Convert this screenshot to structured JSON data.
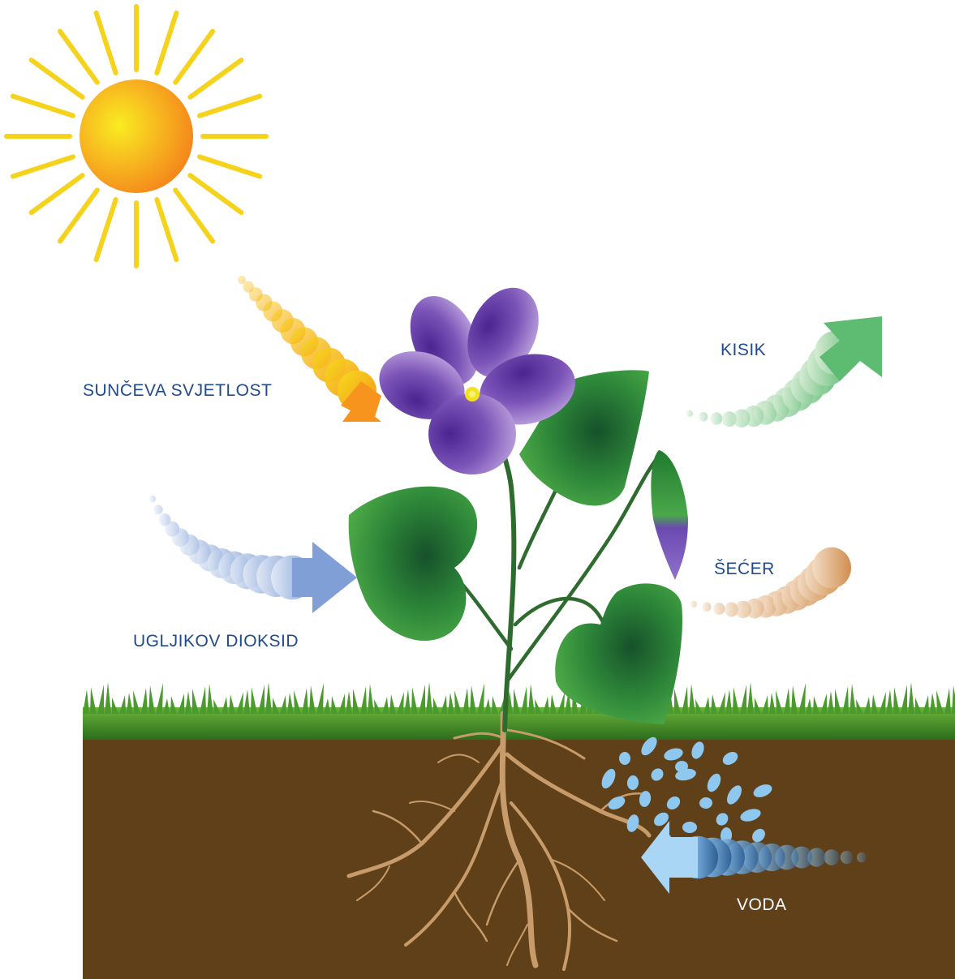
{
  "labels": {
    "sunlight": "SUNČEVA SVJETLOST",
    "oxygen": "KISIK",
    "carbon_dioxide": "UGLJIKOV DIOKSID",
    "sugar": "ŠEĆER",
    "water": "VODA"
  },
  "colors": {
    "label_text": "#1f4a8c",
    "label_on_soil": "#ffffff",
    "sun_core": "#f9e21a",
    "sun_edge": "#f48a1c",
    "sun_rays": "#f5d21c",
    "sunlight_arrow": "#f7941d",
    "oxygen_arrow": "#5dbb72",
    "co2_arrow": "#7f9fd6",
    "sugar_arrow": "#d99a5b",
    "water_arrow": "#5a8ec2",
    "water_drops": "#8fc8ee",
    "flower": "#7d55b8",
    "flower_center": "#f2e31c",
    "leaf": "#3a8f3a",
    "leaf_center": "#1c5a26",
    "stem": "#2f6b2f",
    "grass": "#3f8a2a",
    "soil": "#5f4018",
    "roots": "#c89b6a"
  }
}
